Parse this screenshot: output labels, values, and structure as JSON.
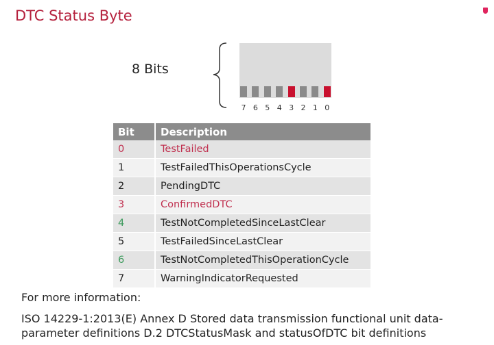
{
  "slide": {
    "title": "DTC Status Byte",
    "bits_label": "8 Bits",
    "bit_numbers": [
      "7",
      "6",
      "5",
      "4",
      "3",
      "2",
      "1",
      "0"
    ],
    "highlighted_bits": [
      3,
      0
    ],
    "accent_color": "#c8102e"
  },
  "table": {
    "headers": [
      "Bit",
      "Description"
    ],
    "rows": [
      {
        "bit": "0",
        "desc": "TestFailed",
        "color": "red"
      },
      {
        "bit": "1",
        "desc": "TestFailedThisOperationsCycle",
        "color": "default"
      },
      {
        "bit": "2",
        "desc": "PendingDTC",
        "color": "default"
      },
      {
        "bit": "3",
        "desc": "ConfirmedDTC",
        "color": "red"
      },
      {
        "bit": "4",
        "desc": "TestNotCompletedSinceLastClear",
        "color": "green-bit"
      },
      {
        "bit": "5",
        "desc": "TestFailedSinceLastClear",
        "color": "default"
      },
      {
        "bit": "6",
        "desc": "TestNotCompletedThisOperationCycle",
        "color": "green-bit"
      },
      {
        "bit": "7",
        "desc": "WarningIndicatorRequested",
        "color": "default"
      }
    ]
  },
  "footer": {
    "info_label": "For more information:",
    "reference": "ISO 14229-1:2013(E) Annex D  Stored data transmission functional unit data-parameter definitions  D.2  DTCStatusMask and statusOfDTC bit definitions"
  }
}
